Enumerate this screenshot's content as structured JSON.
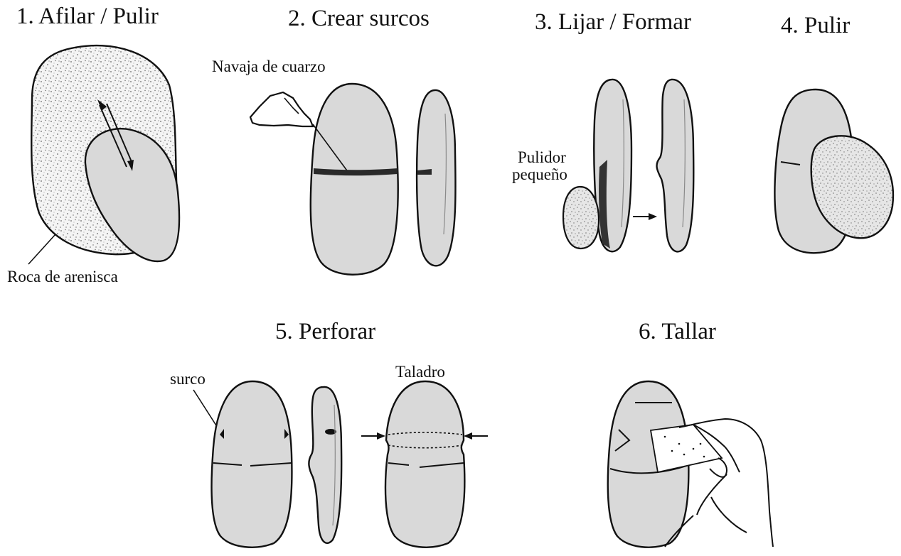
{
  "steps": [
    {
      "title": "1. Afilar / Pulir",
      "labels": [
        "Roca de arenisca"
      ]
    },
    {
      "title": "2. Crear surcos",
      "labels": [
        "Navaja de cuarzo"
      ]
    },
    {
      "title": "3. Lijar / Formar",
      "labels": [
        "Pulidor",
        "pequeño"
      ]
    },
    {
      "title": "4. Pulir",
      "labels": []
    },
    {
      "title": "5. Perforar",
      "labels": [
        "surco",
        "Taladro"
      ]
    },
    {
      "title": "6. Tallar",
      "labels": []
    }
  ],
  "colors": {
    "stone": "#d9d9d9",
    "outline": "#111111",
    "dark_band": "#333333",
    "speckle": "#777777"
  },
  "icon_names": [
    "sandstone-rock",
    "quartz-blade",
    "small-polisher",
    "drill-arrow",
    "carving-hand"
  ]
}
